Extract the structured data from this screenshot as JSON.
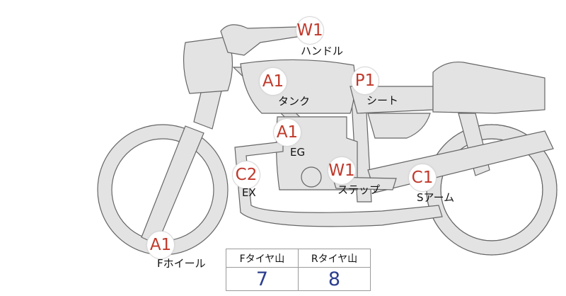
{
  "parts": [
    {
      "id": "handle",
      "grade": "W1",
      "label": "ハンドル"
    },
    {
      "id": "tank",
      "grade": "A1",
      "label": "タンク"
    },
    {
      "id": "seat",
      "grade": "P1",
      "label": "シート"
    },
    {
      "id": "engine",
      "grade": "A1",
      "label": "EG"
    },
    {
      "id": "exhaust",
      "grade": "C2",
      "label": "EX"
    },
    {
      "id": "step",
      "grade": "W1",
      "label": "ステップ"
    },
    {
      "id": "swingarm",
      "grade": "C1",
      "label": "Sアーム"
    },
    {
      "id": "front-wheel",
      "grade": "A1",
      "label": "Fホイール"
    }
  ],
  "tire_table": {
    "front_header": "Fタイヤ山",
    "rear_header": "Rタイヤ山",
    "front_value": "7",
    "rear_value": "8"
  },
  "colors": {
    "grade_text": "#c0392b",
    "table_value": "#2c3e8f",
    "bike_fill": "#e3e3e3",
    "bike_outline": "#666666"
  }
}
